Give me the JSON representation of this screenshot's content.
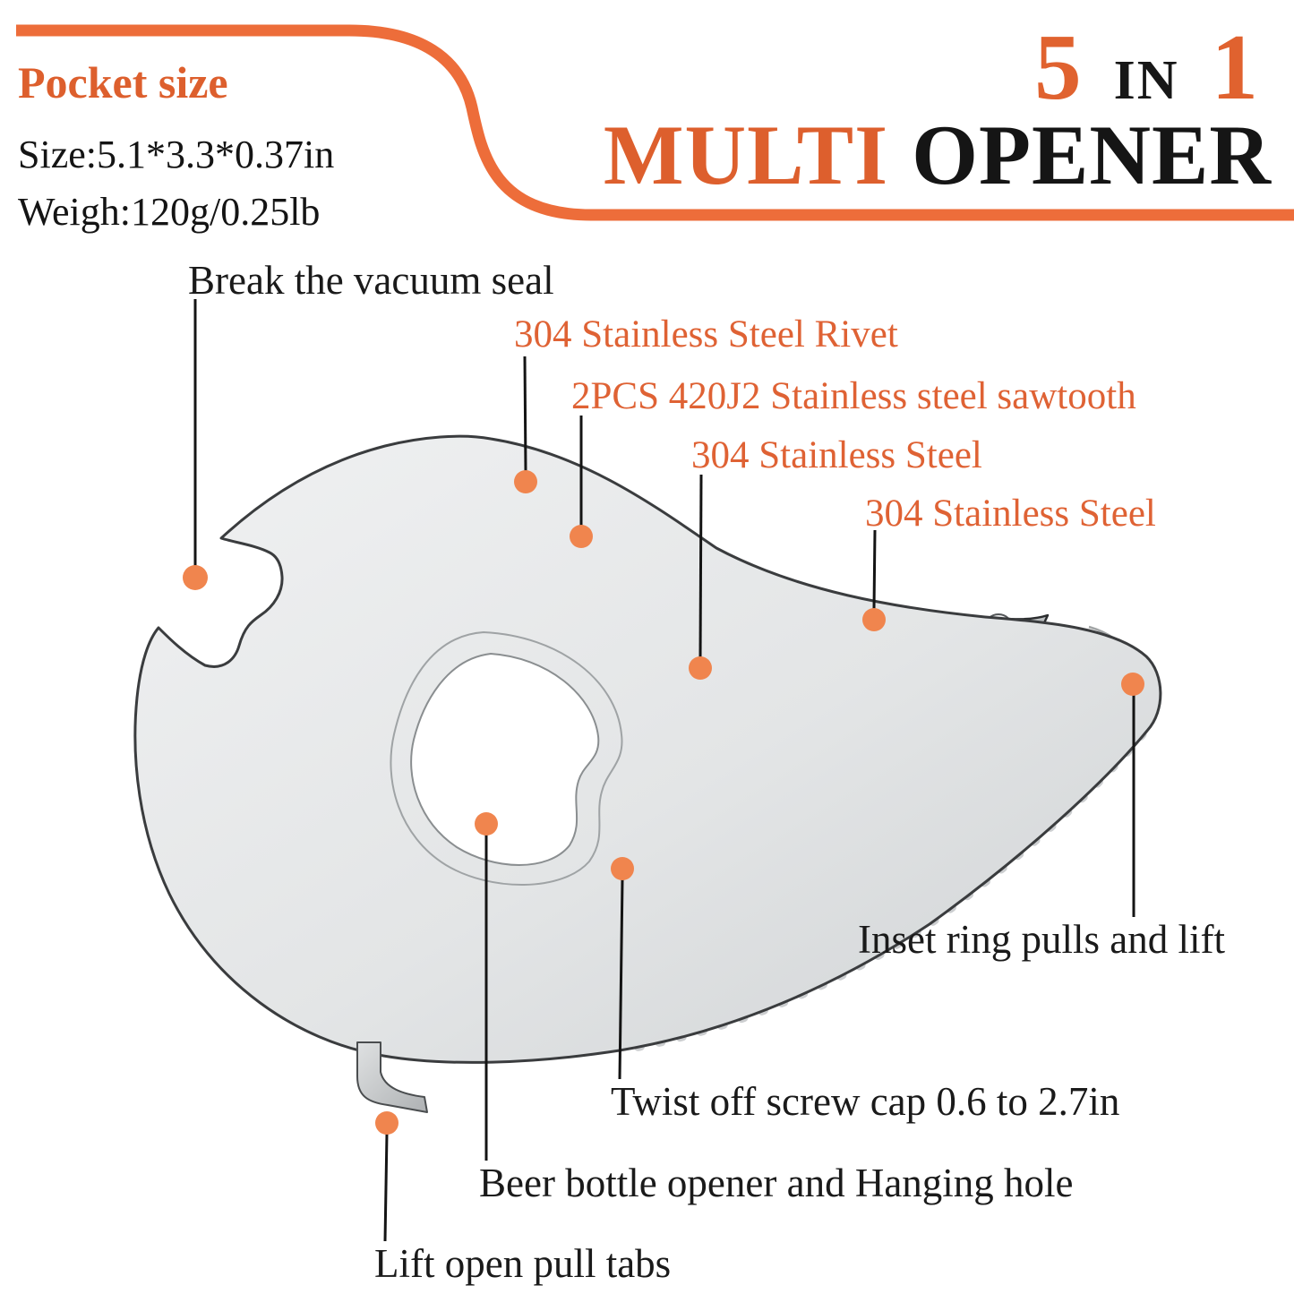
{
  "header": {
    "pocket": {
      "title": "Pocket size",
      "size_line": "Size:5.1*3.3*0.37in",
      "weight_line": "Weigh:120g/0.25lb"
    },
    "badge": {
      "five": "5",
      "in_word": "IN",
      "one": "1"
    },
    "title": {
      "multi": "MULTI",
      "opener": "OPENER"
    }
  },
  "callouts": [
    {
      "id": "break-vacuum-seal",
      "label": "Break the vacuum seal",
      "color": "black"
    },
    {
      "id": "steel-rivet",
      "label": "304 Stainless Steel Rivet",
      "color": "orange"
    },
    {
      "id": "sawtooth",
      "label": "2PCS 420J2 Stainless steel sawtooth",
      "color": "orange"
    },
    {
      "id": "steel-body",
      "label": "304 Stainless Steel",
      "color": "orange"
    },
    {
      "id": "steel-strip",
      "label": "304 Stainless Steel",
      "color": "orange"
    },
    {
      "id": "inset-ring",
      "label": "Inset ring pulls and lift",
      "color": "black"
    },
    {
      "id": "twist-off",
      "label": "Twist off screw cap 0.6 to 2.7in",
      "color": "black"
    },
    {
      "id": "beer-opener",
      "label": "Beer bottle opener and Hanging hole",
      "color": "black"
    },
    {
      "id": "lift-tabs",
      "label": "Lift open pull tabs",
      "color": "black"
    }
  ],
  "colors": {
    "accent_orange_heading": "#dd5f2d",
    "accent_orange_labels": "#df6234",
    "swoosh_orange": "#ed6d3a",
    "callout_dot_orange": "#f0854e",
    "text_black": "#1a1a1a",
    "product_gray_light": "#ecedee",
    "product_gray_dark": "#d2d4d6"
  }
}
